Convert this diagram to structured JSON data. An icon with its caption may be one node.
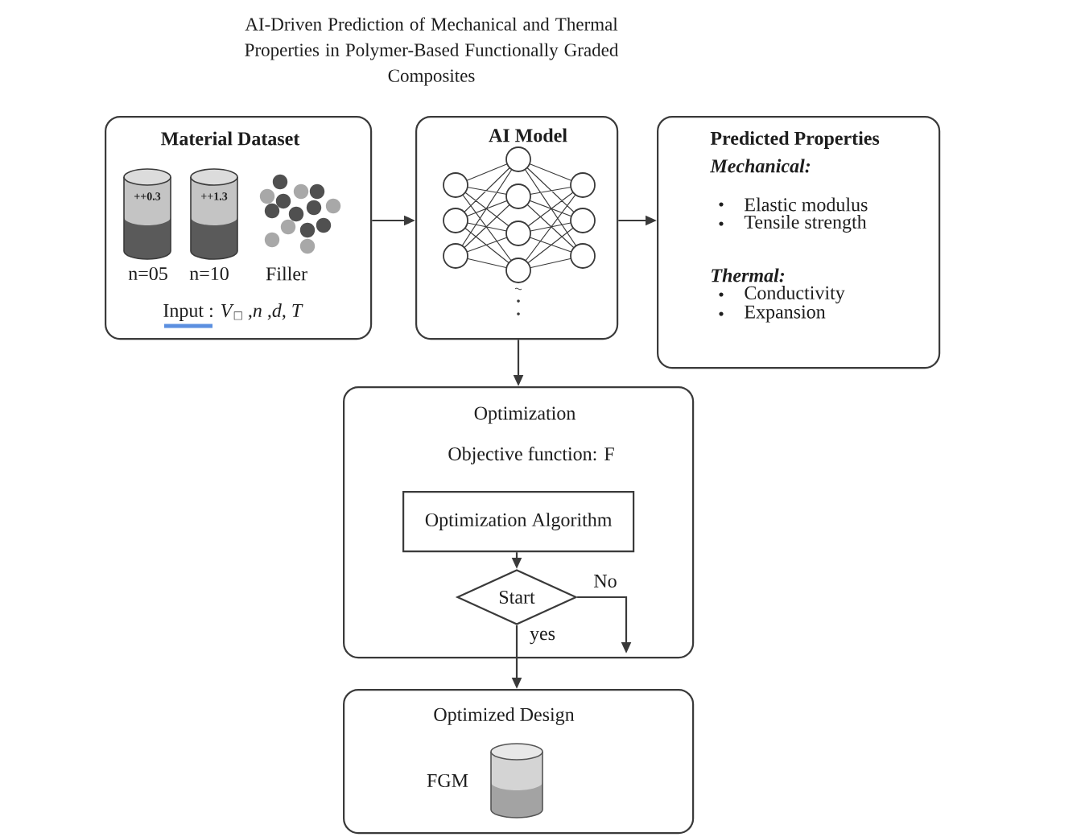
{
  "diagram": {
    "title": "AI-Driven Prediction of Mechanical and Thermal Properties in Polymer-Based Functionally Graded Composites",
    "nodes": [
      {
        "text": [
          "Material Dataset",
          "++0.3",
          "++1.3",
          "n=05",
          "n=10",
          "Filler",
          "Input : *V*$_{□}$ ,*n* ,*d*, *T*"
        ]
      },
      {
        "text": [
          "AI Model"
        ]
      },
      {
        "text": [
          "Predicted Properties",
          "Mechanical:",
          "Elastic modulus",
          "Tensile strength",
          "Thermal:",
          "Conductivity",
          "Expansion"
        ]
      },
      {
        "text": [
          "Optimization",
          "Objective function: F"
        ]
      },
      {
        "text": [
          "Optimization Algorithm"
        ],
        "in": 3
      },
      {
        "text": [
          "Start"
        ],
        "in": 3
      },
      {
        "text": [
          "Optimized Design",
          "FGM"
        ]
      }
    ],
    "edges": [
      {
        "from": 0,
        "to": 1,
        "arrow": "to"
      },
      {
        "from": 1,
        "to": 2,
        "arrow": "to"
      },
      {
        "from": 1,
        "to": 3,
        "arrow": "to"
      },
      {
        "from": 4,
        "to": 5,
        "arrow": "to"
      },
      {
        "from": 5,
        "to": null,
        "arrow": "to",
        "label": "No"
      },
      {
        "from": 5,
        "to": 6,
        "arrow": "to",
        "label": "yes"
      }
    ]
  }
}
